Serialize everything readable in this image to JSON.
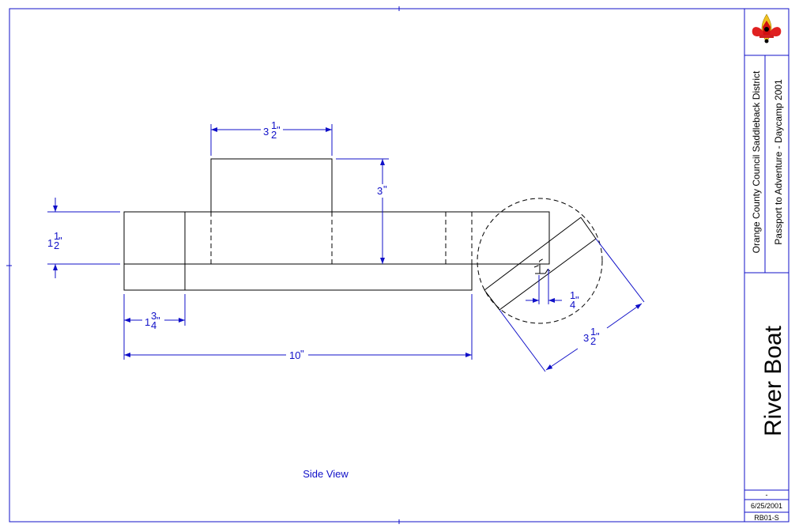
{
  "title_block": {
    "organization": "Orange County Council Saddleback District",
    "event": "Passport to Adventure - Daycamp 2001",
    "drawing_title": "River Boat",
    "revision": "-",
    "date": "6/25/2001",
    "drawing_number": "RB01-S",
    "logo": "fleur-de-lis-emblem"
  },
  "view_label": "Side View",
  "dimensions": {
    "cabin_width": {
      "whole": "3",
      "num": "1",
      "den": "2"
    },
    "cabin_height": {
      "whole": "3"
    },
    "hull_height": {
      "whole": "1",
      "num": "1",
      "den": "2"
    },
    "bow_length": {
      "whole": "1",
      "num": "3",
      "den": "4"
    },
    "overall_length": {
      "whole": "10"
    },
    "gap": {
      "num": "1",
      "den": "4"
    },
    "paddle_length": {
      "whole": "3",
      "num": "1",
      "den": "2"
    },
    "inch_mark": "\""
  },
  "colors": {
    "border": "#1010c8",
    "geometry": "#000000"
  }
}
